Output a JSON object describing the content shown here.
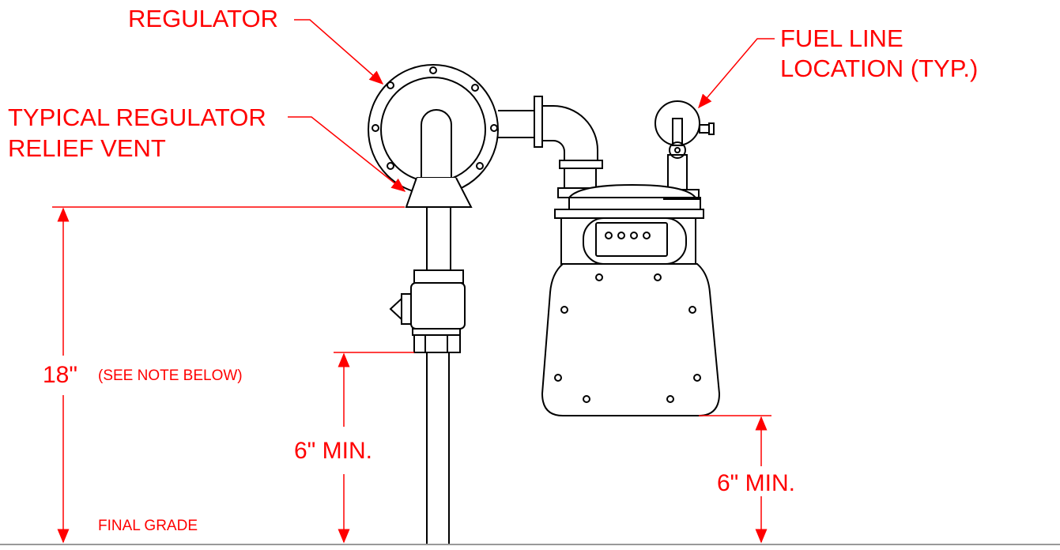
{
  "labels": {
    "regulator": "REGULATOR",
    "fuel_line_1": "FUEL LINE",
    "fuel_line_2": "LOCATION (TYP.)",
    "relief_vent_1": "TYPICAL REGULATOR",
    "relief_vent_2": "RELIEF VENT",
    "dim_18": "18\"",
    "see_note": "(SEE NOTE BELOW)",
    "dim_6_left": "6\" MIN.",
    "dim_6_right": "6\" MIN.",
    "final_grade": "FINAL GRADE"
  },
  "meter_dials": 4,
  "colors": {
    "annotation": "#ff0000",
    "drawing": "#000000",
    "background": "#ffffff",
    "grade_line": "#999999"
  }
}
